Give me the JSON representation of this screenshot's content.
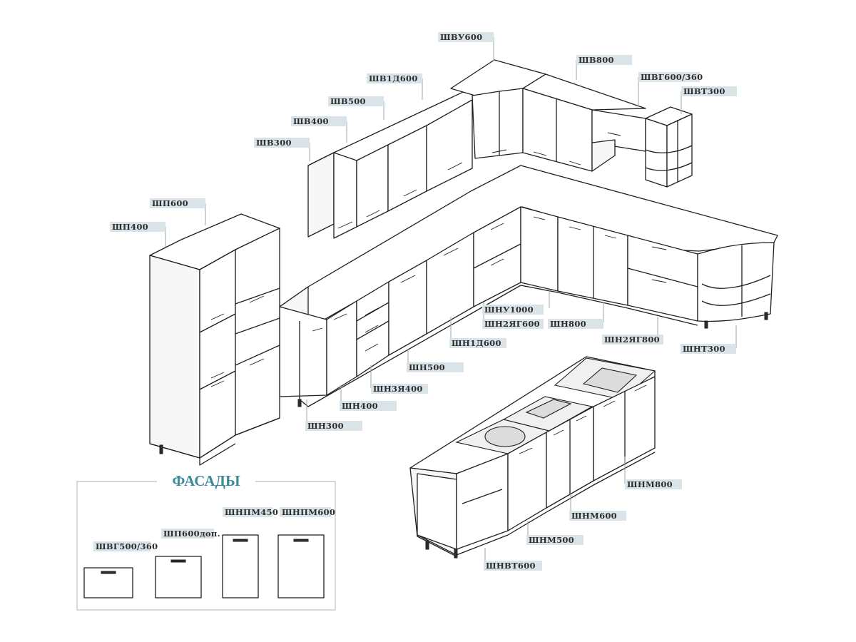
{
  "title": "ФАСАДЫ",
  "colors": {
    "title": "#3a8c9a",
    "label_background": "#d9e3e8",
    "line": "#1f1f1f",
    "leader": "#9aa7ad",
    "frame": "#b9c4c9"
  },
  "labels": {
    "shvu600": "ШВУ600",
    "shv800": "ШВ800",
    "shvg600_360": "ШВГ600/360",
    "shvt300": "ШВТ300",
    "shv1d600": "ШВ1Д600",
    "shv500": "ШВ500",
    "shv400": "ШВ400",
    "shv300": "ШВ300",
    "shp600": "ШП600",
    "shp400": "ШП400",
    "shnu1000": "ШНУ1000",
    "shn2yag600": "ШН2ЯГ600",
    "shn800": "ШН800",
    "shn2yag800": "ШН2ЯГ800",
    "shnt300": "ШНТ300",
    "shn1d600": "ШН1Д600",
    "shn500": "ШН500",
    "shn3ya400": "ШН3Я400",
    "shn400": "ШН400",
    "shn300": "ШН300",
    "shnm800": "ШНМ800",
    "shnm600": "ШНМ600",
    "shnm500": "ШНМ500",
    "shnvt600": "ШНВТ600"
  },
  "facades": {
    "shvg500_360": "ШВГ500/360",
    "shp600dop": "ШП600доп.",
    "shnpm450": "ШНПМ450",
    "shnpm600": "ШНПМ600"
  }
}
